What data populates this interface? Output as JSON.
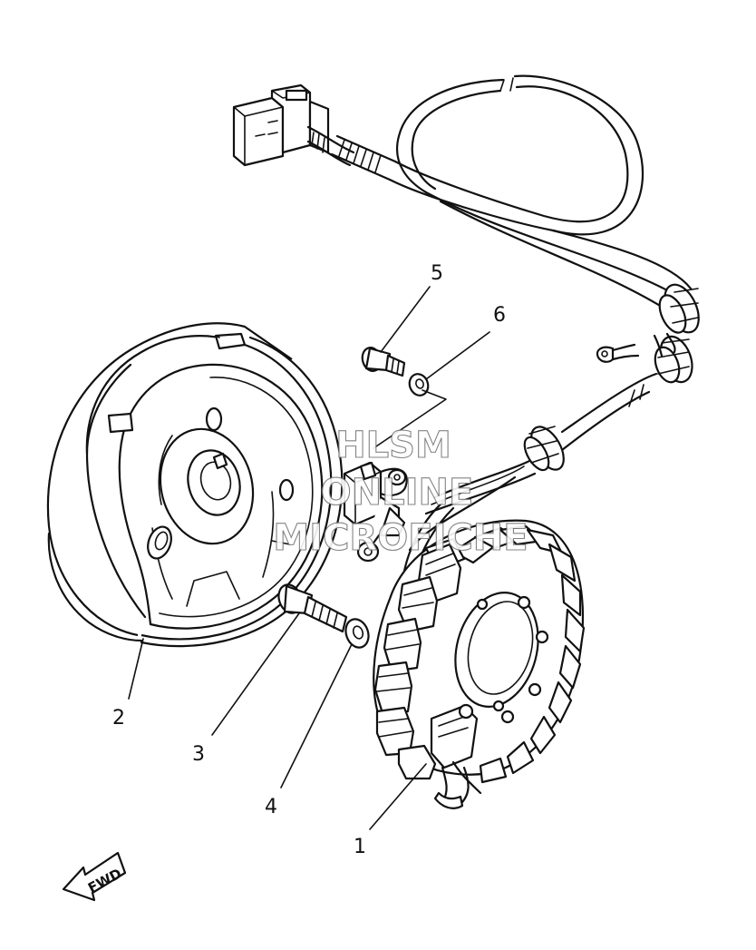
{
  "callouts": [
    {
      "id": "1",
      "label": "1"
    },
    {
      "id": "2",
      "label": "2"
    },
    {
      "id": "3",
      "label": "3"
    },
    {
      "id": "4",
      "label": "4"
    },
    {
      "id": "5",
      "label": "5"
    },
    {
      "id": "6",
      "label": "6"
    }
  ],
  "watermark": {
    "line1": "HLSM",
    "line2": "ONLINE",
    "line3": "MICROFICHE"
  },
  "direction_arrow": {
    "label": "FWD"
  }
}
